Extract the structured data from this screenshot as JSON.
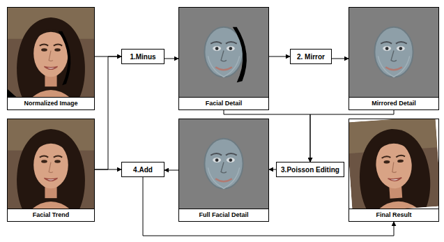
{
  "diagram": {
    "nodes": [
      {
        "text": [
          "Normalized Image"
        ]
      },
      {
        "text": [
          "1.Minus"
        ]
      },
      {
        "text": [
          "Facial Detail"
        ]
      },
      {
        "text": [
          "2. Mirror"
        ]
      },
      {
        "text": [
          "Mirrored Detail"
        ]
      },
      {
        "text": [
          "Facial Trend"
        ]
      },
      {
        "text": [
          "4.Add"
        ]
      },
      {
        "text": [
          "Full Facial Detail"
        ]
      },
      {
        "text": [
          "3.Poisson Editing"
        ]
      },
      {
        "text": [
          "Final Result"
        ]
      }
    ],
    "edges": [
      {
        "from": 0,
        "to": 1,
        "arrow": "to"
      },
      {
        "from": 5,
        "to": 1,
        "arrow": "to"
      },
      {
        "from": 1,
        "to": 2,
        "arrow": "to"
      },
      {
        "from": 2,
        "to": 3,
        "arrow": "to"
      },
      {
        "from": 3,
        "to": 4,
        "arrow": "to"
      },
      {
        "from": 2,
        "to": 8,
        "arrow": "to"
      },
      {
        "from": 4,
        "to": 8,
        "arrow": "to"
      },
      {
        "from": 8,
        "to": 7,
        "arrow": "to"
      },
      {
        "from": 7,
        "to": 6,
        "arrow": "to"
      },
      {
        "from": 5,
        "to": 6,
        "arrow": "to"
      },
      {
        "from": 6,
        "to": 9,
        "arrow": "to"
      }
    ]
  }
}
